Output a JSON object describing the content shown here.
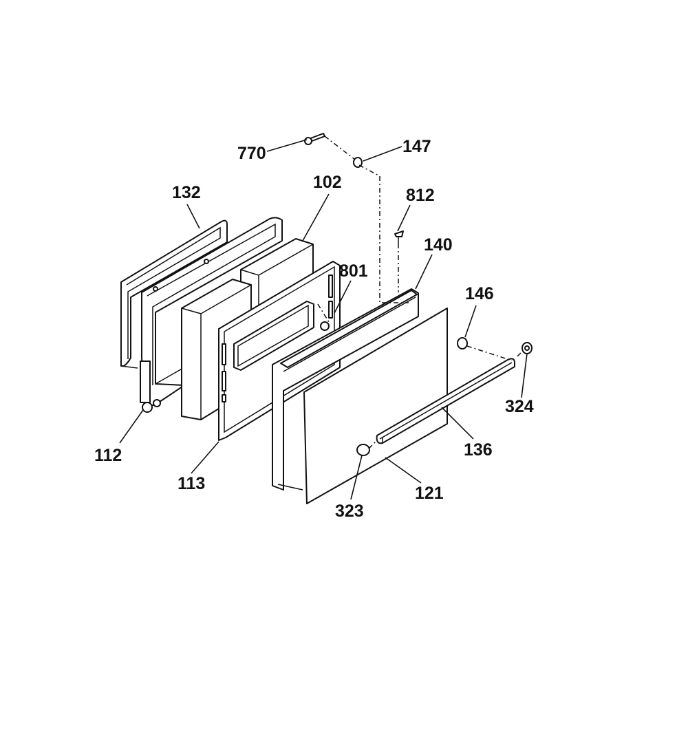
{
  "diagram": {
    "callouts": {
      "p770": "770",
      "p147": "147",
      "p132": "132",
      "p102": "102",
      "p812": "812",
      "p140": "140",
      "p801": "801",
      "p146": "146",
      "p324": "324",
      "p136": "136",
      "p112": "112",
      "p113": "113",
      "p121": "121",
      "p323": "323"
    },
    "colors": {
      "ink": "#111111",
      "paper": "#ffffff"
    }
  }
}
